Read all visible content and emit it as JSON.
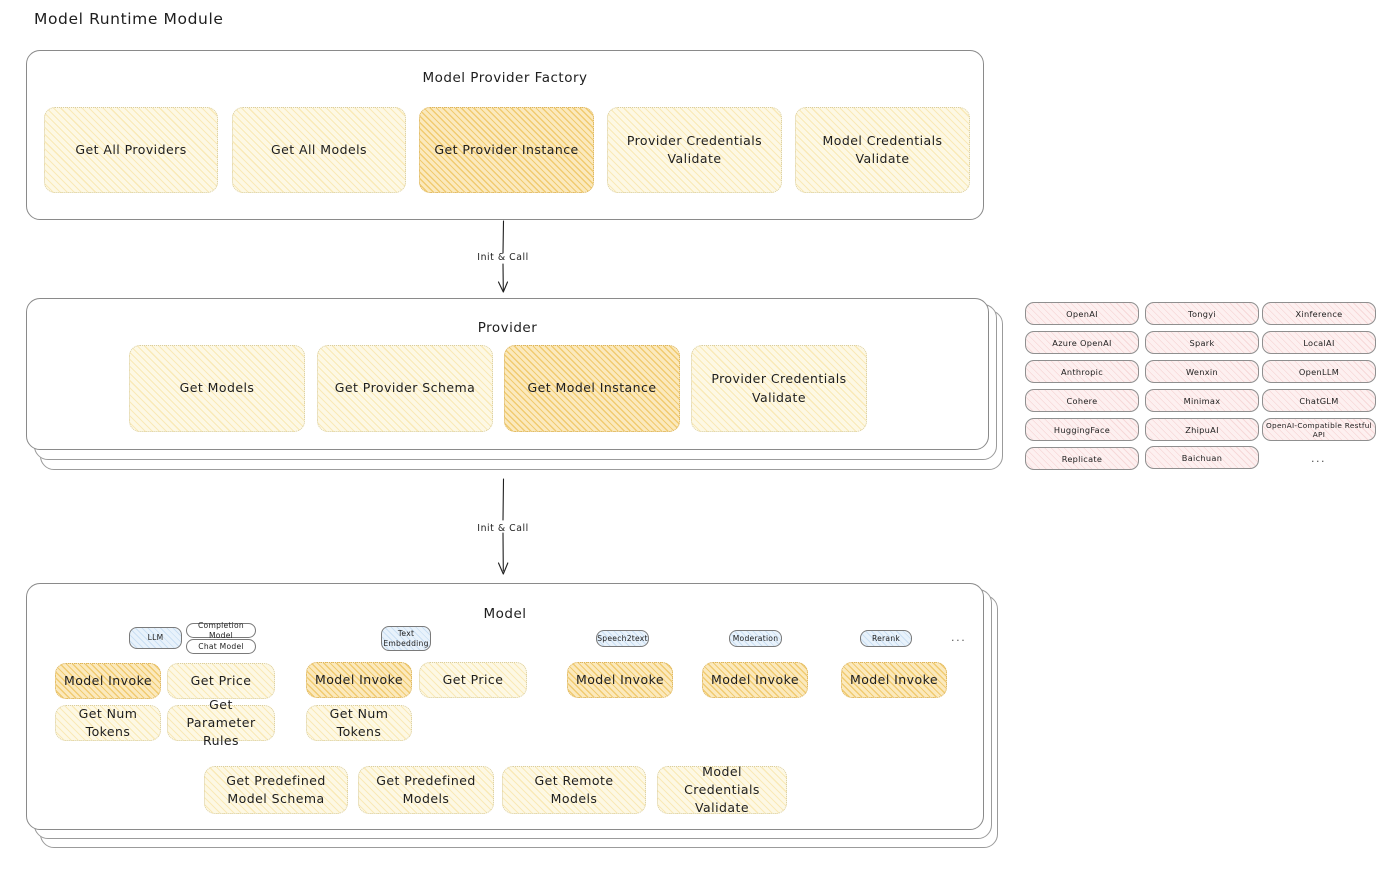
{
  "page": {
    "title": "Model Runtime Module"
  },
  "factory": {
    "title": "Model Provider Factory",
    "nodes": [
      {
        "label": "Get All Providers",
        "highlight": false
      },
      {
        "label": "Get All Models",
        "highlight": false
      },
      {
        "label": "Get Provider Instance",
        "highlight": true
      },
      {
        "label": "Provider Credentials Validate",
        "highlight": false
      },
      {
        "label": "Model Credentials Validate",
        "highlight": false
      }
    ]
  },
  "arrows": [
    {
      "label": "Init & Call"
    },
    {
      "label": "Init & Call"
    }
  ],
  "provider": {
    "title": "Provider",
    "nodes": [
      {
        "label": "Get Models",
        "highlight": false
      },
      {
        "label": "Get Provider Schema",
        "highlight": false
      },
      {
        "label": "Get Model Instance",
        "highlight": true
      },
      {
        "label": "Provider Credentials Validate",
        "highlight": false
      }
    ]
  },
  "provider_tags": {
    "columns": [
      [
        "OpenAI",
        "Azure OpenAI",
        "Anthropic",
        "Cohere",
        "HuggingFace",
        "Replicate"
      ],
      [
        "Tongyi",
        "Spark",
        "Wenxin",
        "Minimax",
        "ZhipuAI",
        "Baichuan"
      ],
      [
        "Xinference",
        "LocalAI",
        "OpenLLM",
        "ChatGLM",
        "OpenAI-Compatible Restful API"
      ]
    ],
    "ellipsis": "..."
  },
  "model": {
    "title": "Model",
    "ellipsis": "...",
    "types": [
      {
        "badge": "LLM",
        "sub_badges": [
          "Completion Model",
          "Chat Model"
        ],
        "methods": [
          {
            "label": "Model Invoke",
            "highlight": true
          },
          {
            "label": "Get Price",
            "highlight": false
          },
          {
            "label": "Get Num Tokens",
            "highlight": false
          },
          {
            "label": "Get Parameter Rules",
            "highlight": false
          }
        ]
      },
      {
        "badge": "Text Embedding",
        "sub_badges": [],
        "methods": [
          {
            "label": "Model Invoke",
            "highlight": true
          },
          {
            "label": "Get Price",
            "highlight": false
          },
          {
            "label": "Get Num Tokens",
            "highlight": false
          }
        ]
      },
      {
        "badge": "Speech2text",
        "sub_badges": [],
        "methods": [
          {
            "label": "Model Invoke",
            "highlight": true
          }
        ]
      },
      {
        "badge": "Moderation",
        "sub_badges": [],
        "methods": [
          {
            "label": "Model Invoke",
            "highlight": true
          }
        ]
      },
      {
        "badge": "Rerank",
        "sub_badges": [],
        "methods": [
          {
            "label": "Model Invoke",
            "highlight": true
          }
        ]
      }
    ],
    "shared_methods": [
      {
        "label": "Get Predefined Model Schema"
      },
      {
        "label": "Get Predefined Models"
      },
      {
        "label": "Get Remote Models"
      },
      {
        "label": "Model Credentials Validate"
      }
    ]
  },
  "colors": {
    "node_light_bg": "#fdf8e4",
    "node_strong_bg": "#fbe9bd",
    "tag_bg": "#fdf0f0",
    "badge_bg": "#e8f2fb",
    "stroke": "#1e1e1e"
  }
}
